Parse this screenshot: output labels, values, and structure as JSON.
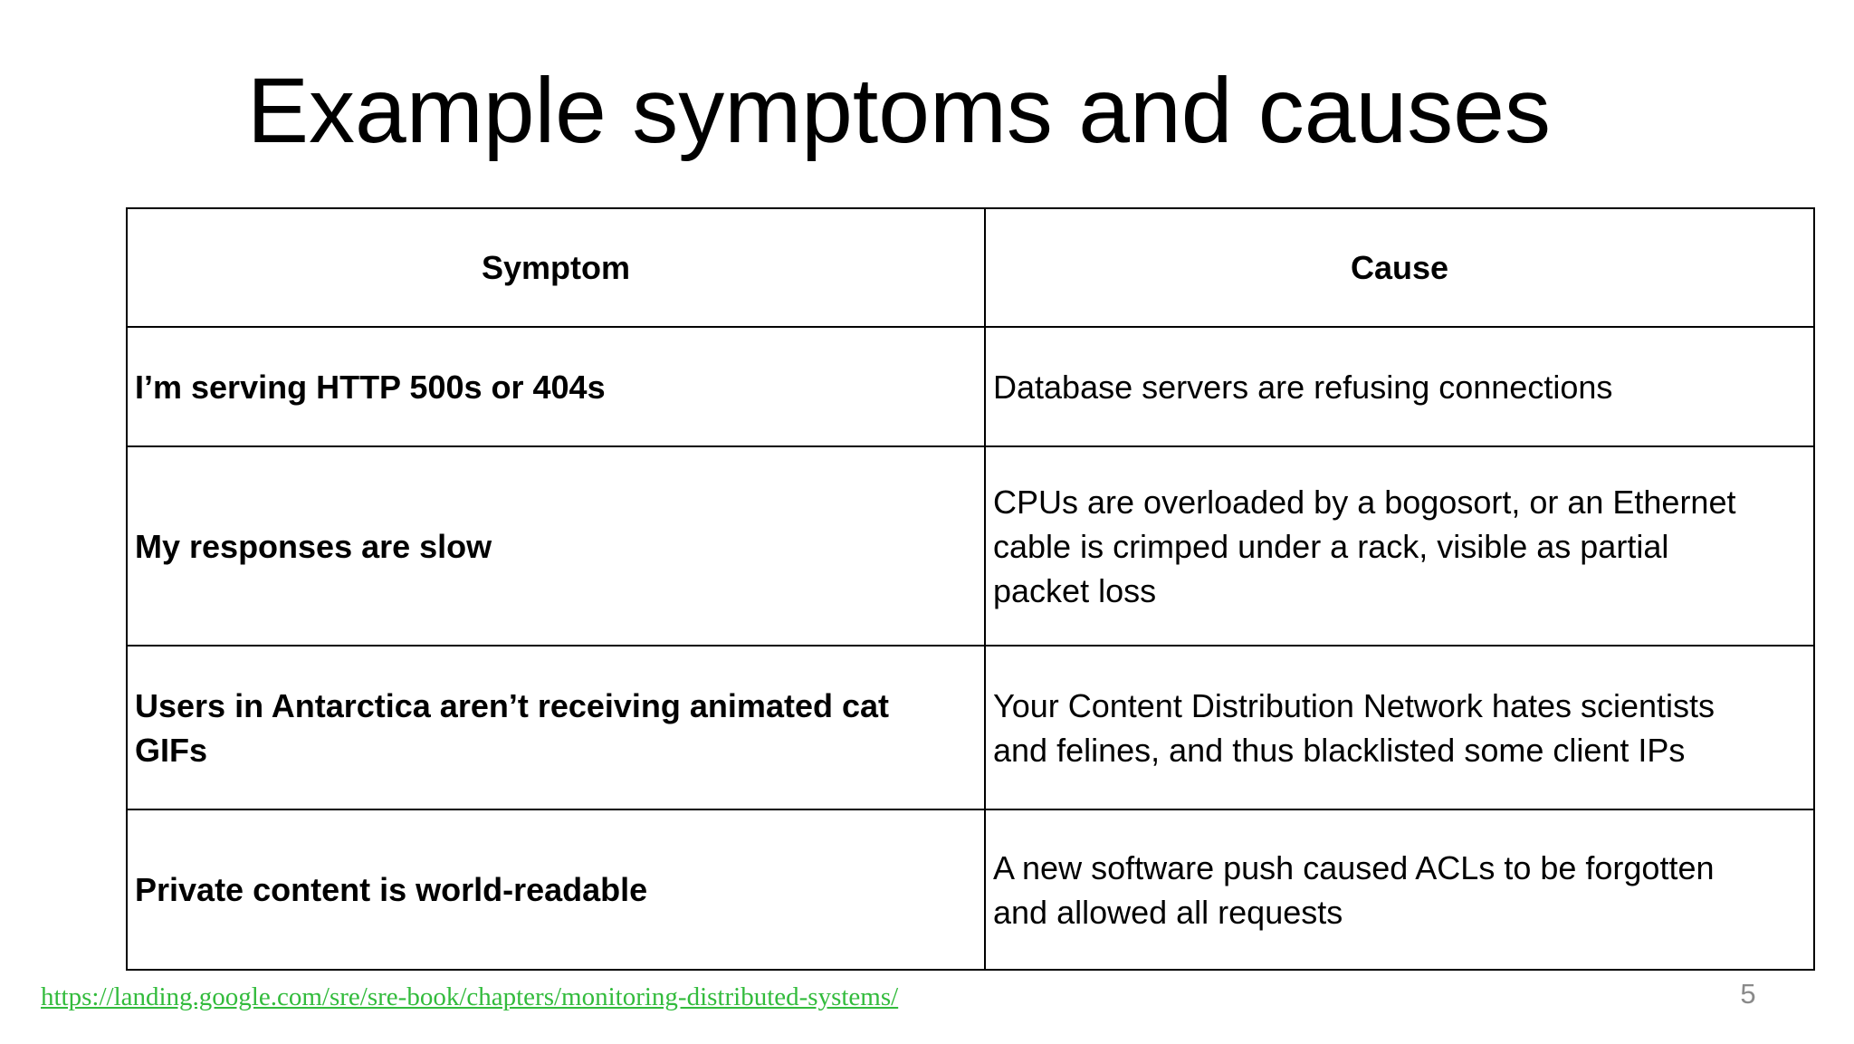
{
  "slide": {
    "title": "Example symptoms and causes",
    "page_number": "5",
    "source_link": {
      "text": "https://landing.google.com/sre/sre-book/chapters/monitoring-distributed-systems/",
      "href": "https://landing.google.com/sre/sre-book/chapters/monitoring-distributed-systems/"
    }
  },
  "table": {
    "columns": [
      "Symptom",
      "Cause"
    ],
    "rows": [
      {
        "symptom": "I’m serving HTTP 500s or 404s",
        "cause": "Database servers are refusing connections"
      },
      {
        "symptom": "My responses are slow",
        "cause": "CPUs are overloaded by a bogosort, or an Ethernet\ncable is crimped under a rack, visible as partial\npacket loss"
      },
      {
        "symptom": "Users in Antarctica aren’t receiving animated cat\nGIFs",
        "cause": "Your Content Distribution Network hates scientists\nand felines, and thus blacklisted some client IPs"
      },
      {
        "symptom": "Private content is world-readable",
        "cause": "A new software push caused ACLs to be forgotten\nand allowed all requests"
      }
    ]
  },
  "colors": {
    "background": "#ffffff",
    "text": "#000000",
    "table_border": "#000000",
    "link_green": "#32bb3c",
    "page_number_gray": "#8a8a8a"
  }
}
